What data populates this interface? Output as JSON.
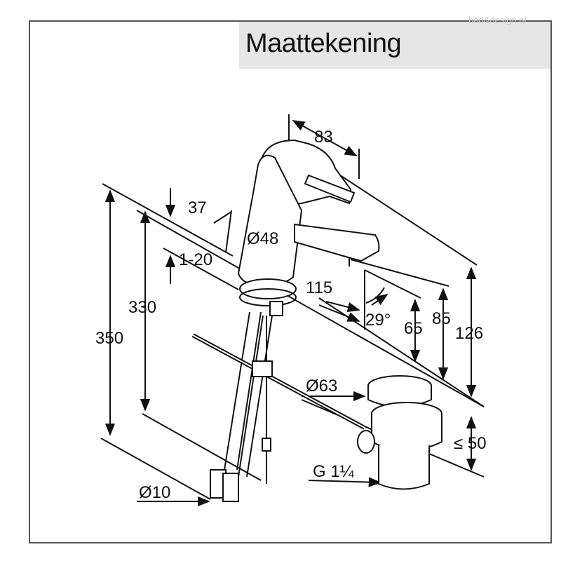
{
  "title": "Maattekening",
  "watermark": "bad&design.nl",
  "dimensions": {
    "spout_reach": "83",
    "handle_height": "37",
    "body_diameter": "Ø48",
    "deck_thickness": "1-20",
    "deck_to_top": "330",
    "overall_height": "350",
    "spout_distance": "115",
    "spout_angle": "29°",
    "spout_clearance": "65",
    "spout_height": "85",
    "tap_height": "126",
    "waste_diameter": "Ø63",
    "waste_depth": "≤ 50",
    "waste_thread": "G 1¼",
    "hose_diameter": "Ø10"
  }
}
